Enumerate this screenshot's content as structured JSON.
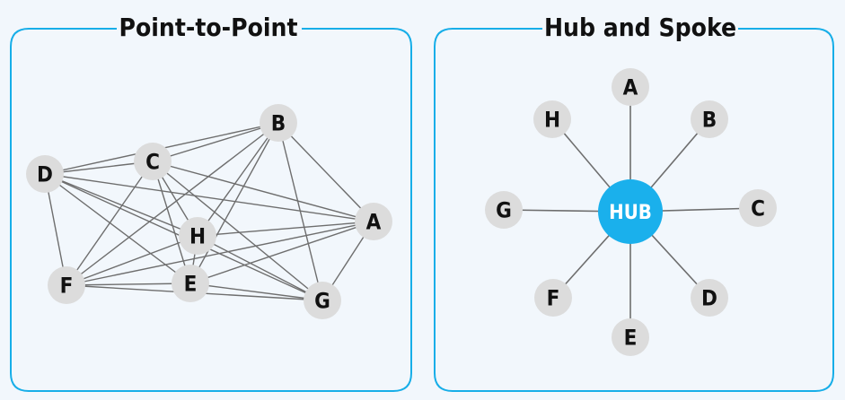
{
  "colors": {
    "background": "#f2f7fc",
    "frame": "#17aee8",
    "node_fill": "#dcdcdc",
    "hub_fill": "#1ab0ec",
    "edge": "#6e6e6e",
    "text": "#111111",
    "hub_text": "#ffffff"
  },
  "point_to_point": {
    "title": "Point-to-Point",
    "nodes": [
      {
        "id": "B",
        "label": "B"
      },
      {
        "id": "C",
        "label": "C"
      },
      {
        "id": "D",
        "label": "D"
      },
      {
        "id": "A",
        "label": "A"
      },
      {
        "id": "H",
        "label": "H"
      },
      {
        "id": "F",
        "label": "F"
      },
      {
        "id": "E",
        "label": "E"
      },
      {
        "id": "G",
        "label": "G"
      }
    ],
    "connections": "fully connected"
  },
  "hub_and_spoke": {
    "title": "Hub and Spoke",
    "hub_label": "HUB",
    "spokes": [
      {
        "id": "A",
        "label": "A"
      },
      {
        "id": "B",
        "label": "B"
      },
      {
        "id": "C",
        "label": "C"
      },
      {
        "id": "D",
        "label": "D"
      },
      {
        "id": "E",
        "label": "E"
      },
      {
        "id": "F",
        "label": "F"
      },
      {
        "id": "G",
        "label": "G"
      },
      {
        "id": "H",
        "label": "H"
      }
    ]
  }
}
